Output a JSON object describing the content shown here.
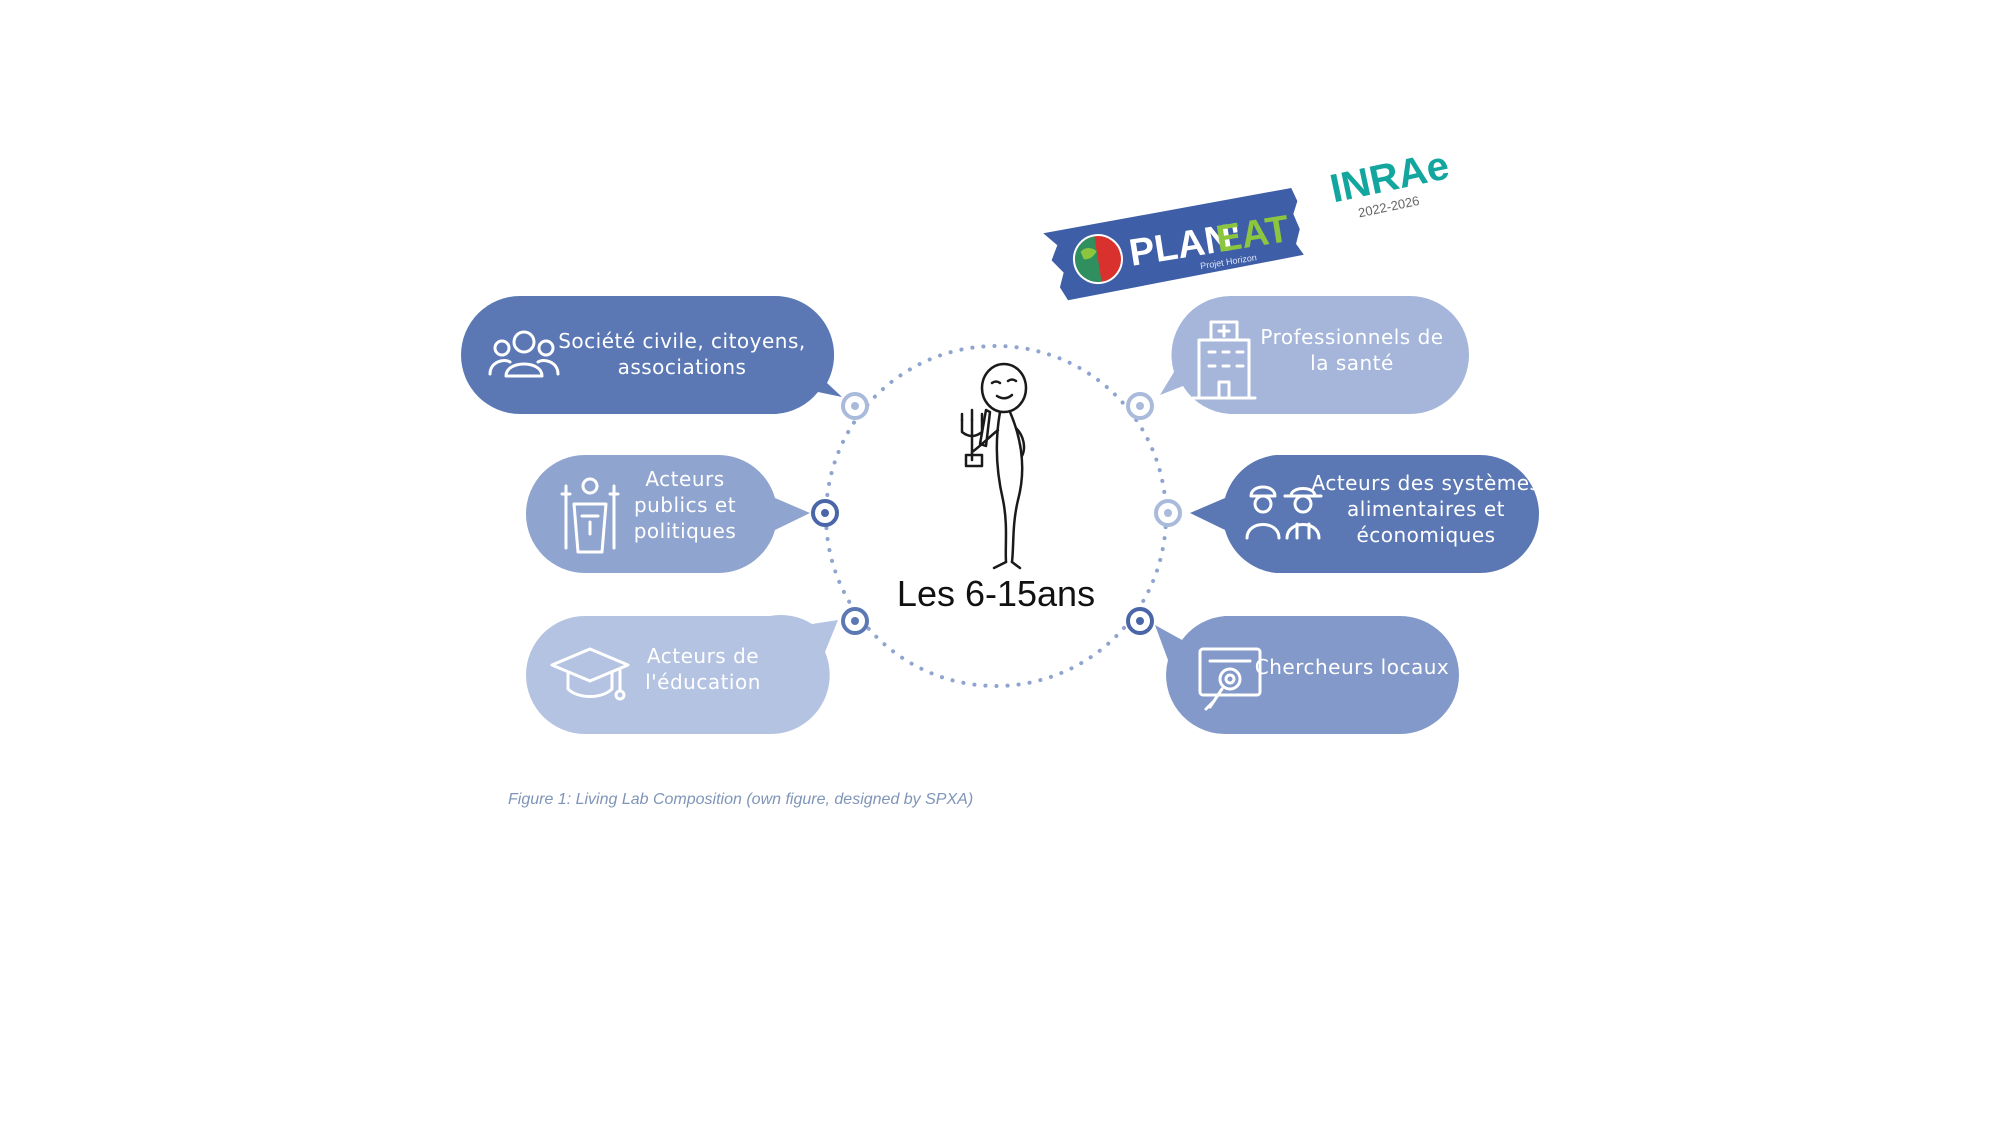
{
  "center": {
    "label": "Les 6-15ans"
  },
  "stakeholders": [
    {
      "id": "societe-civile",
      "lines": [
        "Société civile, citoyens,",
        "associations"
      ],
      "icon": "people-group-icon",
      "color": "#5b78b5"
    },
    {
      "id": "acteurs-publics",
      "lines": [
        "Acteurs",
        "publics et",
        "politiques"
      ],
      "icon": "podium-speaker-icon",
      "color": "#8fa4cf"
    },
    {
      "id": "acteurs-education",
      "lines": [
        "Acteurs de",
        "l'éducation"
      ],
      "icon": "graduation-cap-icon",
      "color": "#b4c3e1"
    },
    {
      "id": "professionnels-sante",
      "lines": [
        "Professionnels de",
        "la santé"
      ],
      "icon": "hospital-building-icon",
      "color": "#a5b6da"
    },
    {
      "id": "systemes-alimentaires",
      "lines": [
        "Acteurs des systèmes",
        "alimentaires et",
        "économiques"
      ],
      "icon": "workers-icon",
      "color": "#5b78b5"
    },
    {
      "id": "chercheurs-locaux",
      "lines": [
        "Chercheurs locaux"
      ],
      "icon": "research-certificate-icon",
      "color": "#8399c9"
    }
  ],
  "caption": "Figure 1: Living Lab Composition (own figure, designed by SPXA)",
  "logos": {
    "planeat": {
      "main": "PLAN'",
      "accent": "EAT",
      "sub": "Projet Horizon"
    },
    "inrae": {
      "name": "INRAe",
      "years": "2022-2026"
    }
  },
  "colors": {
    "dot_ring": "#8fa4cf",
    "connector_dark": "#4a66a8",
    "connector_light": "#a9badb",
    "planeat_band": "#3f5ea8",
    "inrae_teal": "#13a69f"
  }
}
